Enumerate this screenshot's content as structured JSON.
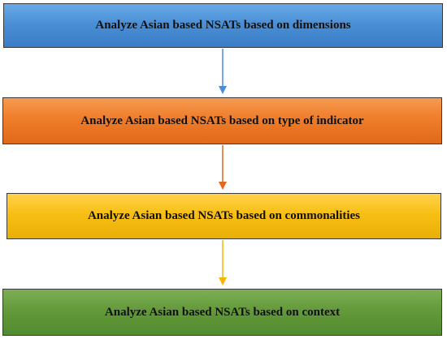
{
  "steps": [
    {
      "label": "Analyze Asian based NSATs based on dimensions",
      "color": "#4a8fd6"
    },
    {
      "label": "Analyze Asian based NSATs based on type of indicator",
      "color": "#ef7d2a"
    },
    {
      "label": "Analyze Asian based NSATs based on commonalities",
      "color": "#f7bf14"
    },
    {
      "label": "Analyze Asian based NSATs based on context",
      "color": "#639a3a"
    }
  ],
  "connectors": [
    {
      "from": 0,
      "to": 1,
      "color": "#4a8fd6"
    },
    {
      "from": 1,
      "to": 2,
      "color": "#e0691a"
    },
    {
      "from": 2,
      "to": 3,
      "color": "#f2b800"
    }
  ]
}
